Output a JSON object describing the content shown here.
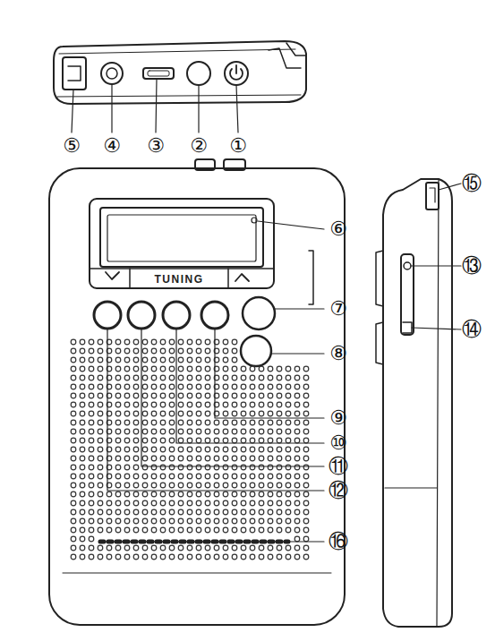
{
  "diagram": {
    "labels": [
      "⑤",
      "④",
      "③",
      "②",
      "①",
      "⑮",
      "⑥",
      "⑬",
      "⑦",
      "⑭",
      "⑧",
      "⑨",
      "⑩",
      "⑪",
      "⑫",
      "⑯",
      "TUNING"
    ]
  }
}
